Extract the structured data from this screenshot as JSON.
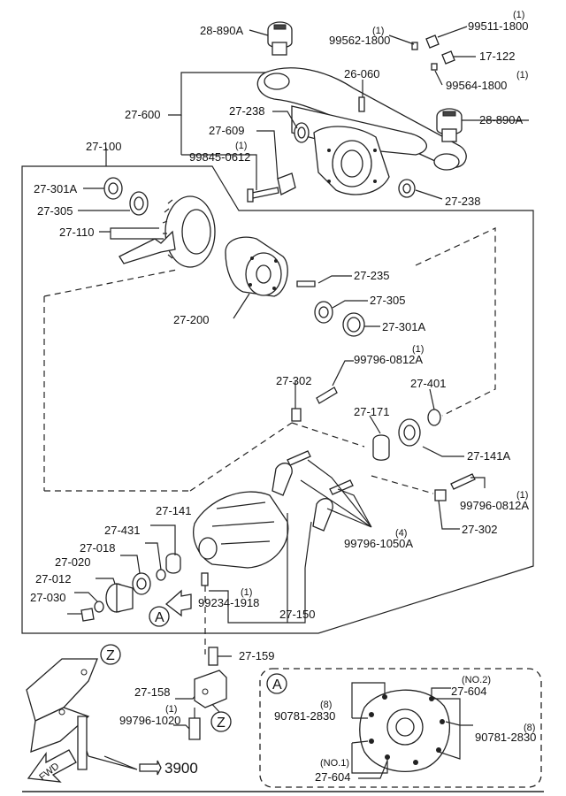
{
  "labels": {
    "p28890a_top": "28-890A",
    "q99562": "(1)",
    "p99562": "99562-1800",
    "q99511": "(1)",
    "p99511": "99511-1800",
    "p17122": "17-122",
    "q99564": "(1)",
    "p99564": "99564-1800",
    "p26060": "26-060",
    "p27600": "27-600",
    "p27238_top": "27-238",
    "p27609": "27-609",
    "p28890a_right": "28-890A",
    "q99845": "(1)",
    "p99845": "99845-0612",
    "p27100": "27-100",
    "p27238_right": "27-238",
    "p27301a_left": "27-301A",
    "p27305_left": "27-305",
    "p27110": "27-110",
    "p27235": "27-235",
    "p27305_right": "27-305",
    "p27200": "27-200",
    "p27301a_right": "27-301A",
    "q99796_top": "(1)",
    "p99796_top": "99796-0812A",
    "p27302_top": "27-302",
    "p27401": "27-401",
    "p27171": "27-171",
    "p27141a": "27-141A",
    "q99796_right": "(1)",
    "p99796_right": "99796-0812A",
    "p27302_right": "27-302",
    "q99796_1050": "(4)",
    "p99796_1050": "99796-1050A",
    "p27141": "27-141",
    "p27431": "27-431",
    "p27018": "27-018",
    "p27020": "27-020",
    "p27012": "27-012",
    "p27030": "27-030",
    "q99234": "(1)",
    "p99234": "99234-1918",
    "p27150": "27-150",
    "circle_a": "A",
    "circle_z_top": "Z",
    "p27159": "27-159",
    "p27158": "27-158",
    "q99796_1020": "(1)",
    "p99796_1020": "99796-1020",
    "circle_z_bottom": "Z",
    "fwd": "FWD",
    "ref3900": "3900",
    "inset_a": "A",
    "q_no2": "(NO.2)",
    "p27604_top": "27-604",
    "q90781_left": "(8)",
    "p90781_left": "90781-2830",
    "q90781_right": "(8)",
    "p90781_right": "90781-2830",
    "q_no1": "(NO.1)",
    "p27604_bottom": "27-604"
  }
}
